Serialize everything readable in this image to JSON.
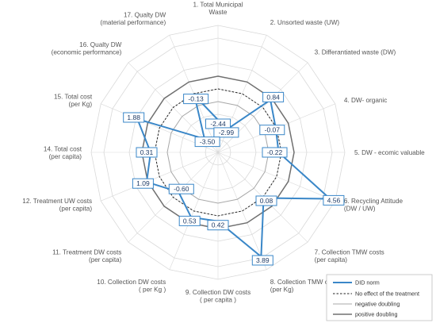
{
  "chart_data": {
    "type": "radar",
    "categories": [
      [
        "1. Total Municipal",
        "Waste"
      ],
      [
        "2. Unsorted waste (UW)"
      ],
      [
        "3. Differantiated waste (DW)"
      ],
      [
        "4. DW- organic"
      ],
      [
        "5. DW - ecomic valuable"
      ],
      [
        "6. Recycling Attitude",
        "(DW / UW)"
      ],
      [
        "7. Collection TMW costs",
        "(per capita)"
      ],
      [
        "8. Collection TMW costs",
        "(per Kg)"
      ],
      [
        "9. Collection DW costs",
        "( per capita )"
      ],
      [
        "10. Collection DW costs",
        "( per Kg )"
      ],
      [
        "11. Treatment DW costs",
        "(per capita)"
      ],
      [
        "12. Treatment UW costs",
        "(per capita)"
      ],
      [
        "14. Total cost",
        "(per capita)"
      ],
      [
        "15. Total cost",
        "(per Kg)"
      ],
      [
        "16. Qualty DW",
        "(economic performance)"
      ],
      [
        "17. Qualty DW",
        "(material performance)"
      ]
    ],
    "value_labels": [
      "-2.44",
      "-2.99",
      "0.84",
      "-0.07",
      "-0.22",
      "4.56",
      "0.08",
      "3.89",
      "0.42",
      "0.53",
      "-0.60",
      "1.09",
      "0.31",
      "1.88",
      "-3.50",
      "-0.13"
    ],
    "series": [
      {
        "name": "DID norm",
        "values": [
          -2.44,
          -2.99,
          0.84,
          -0.07,
          -0.22,
          4.56,
          0.08,
          3.89,
          0.42,
          0.53,
          -0.6,
          1.09,
          0.31,
          1.88,
          -3.5,
          -0.13
        ],
        "color": "#3a87c8"
      },
      {
        "name": "No effect of the treatment",
        "values": [
          0,
          0,
          0,
          0,
          0,
          0,
          0,
          0,
          0,
          0,
          0,
          0,
          0,
          0,
          0,
          0
        ],
        "color": "#222222"
      },
      {
        "name": "negative doubling",
        "values": [
          -1,
          -1,
          -1,
          -1,
          -1,
          -1,
          -1,
          -1,
          -1,
          -1,
          -1,
          -1,
          -1,
          -1,
          -1,
          -1
        ],
        "color": "#a8a8a8"
      },
      {
        "name": "positive doubling",
        "values": [
          1,
          1,
          1,
          1,
          1,
          1,
          1,
          1,
          1,
          1,
          1,
          1,
          1,
          1,
          1,
          1
        ],
        "color": "#707070"
      }
    ],
    "range": [
      -5,
      5
    ],
    "grid_values": [
      -4,
      -2,
      0,
      2,
      4
    ],
    "grid_color": "#d9d9d9",
    "legend_position": "bottom-right"
  }
}
